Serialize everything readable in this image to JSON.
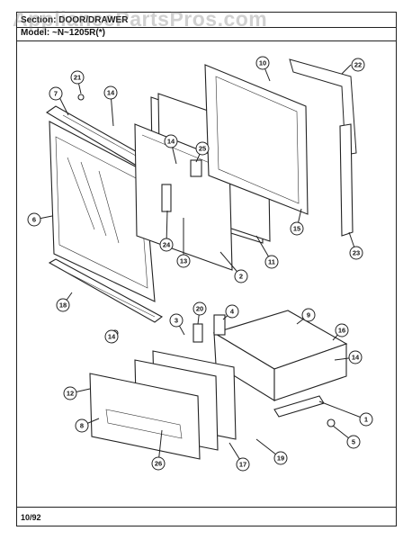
{
  "header": {
    "section_text": "Section: DOOR/DRAWER",
    "model_text": "Model: ~N~1205R(*)"
  },
  "watermark_text": "AppliancePartsPros.com",
  "footer": {
    "date": "10/92"
  },
  "callouts": [
    "1",
    "2",
    "3",
    "4",
    "5",
    "6",
    "7",
    "8",
    "9",
    "10",
    "11",
    "12",
    "13",
    "14",
    "15",
    "16",
    "17",
    "18",
    "19",
    "20",
    "21",
    "22",
    "23",
    "24",
    "25",
    "26"
  ]
}
